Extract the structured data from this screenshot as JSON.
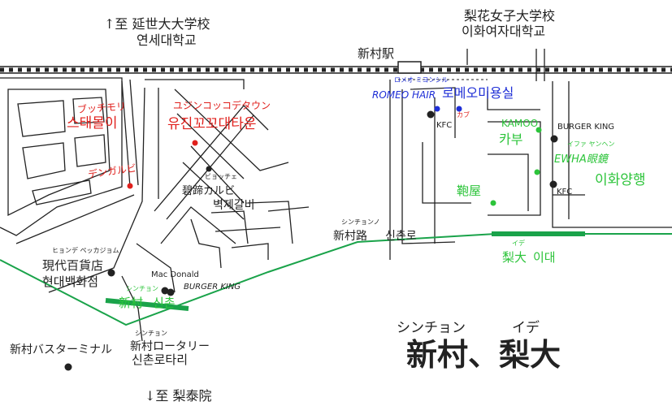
{
  "directions": {
    "yonsei_jp": "↑至 延世大大学校",
    "yonsei_kr": "연세대학교",
    "ewha_jp": "梨花女子大学校",
    "ewha_kr": "이화여자대학교",
    "ihwa_jp": "↓至 梨泰院"
  },
  "station": {
    "rail_label": "新村駅"
  },
  "places": {
    "stamoru_jp": "ブッチモリ",
    "stamoru_kr": "스태몰이",
    "yujin_jp": "ユジンコッコデタウン",
    "yujin_kr": "유진꼬꼬대타운",
    "dengaru_jp": "デンガルビ",
    "byeoje_ruby": "ビョッチェ",
    "byeoje_jp": "碧蹄カルビ",
    "byeoje_kr": "벽제갈비",
    "romeo_ruby": "ロメオ ミヨンシル",
    "romeo_en": "ROMEO HAIR",
    "romeo_kr": "로메오미용실",
    "kamoo_ruby": "カブ",
    "kamoo_en": "KAMOO",
    "kamoo_kr": "카부",
    "ewha_glasses_ruby": "イファ ヤンヘン",
    "ewha_glasses_en": "EWHA眼鏡",
    "ewha_glasses_kr": "이화양행",
    "kabang_jp": "鞄屋",
    "burgerking1": "BURGER KING",
    "burgerking2": "BURGER KING",
    "kfc1": "KFC",
    "kfc2": "KFC",
    "mcdonald": "Mac Donald",
    "hyundai_ruby": "ヒョンデ ペッカジョム",
    "hyundai_jp": "現代百貨店",
    "hyundai_kr": "현대백화점",
    "sinchon_station_ruby": "シンチョン",
    "sinchon_station_jp": "新村",
    "sinchon_station_kr": "신촌",
    "ewha_station_ruby": "イデ",
    "ewha_station_jp": "梨大",
    "ewha_station_kr": "이대",
    "sinchonro_ruby": "シンチョンノ",
    "sinchonro_jp": "新村路",
    "sinchonro_kr": "신촌로",
    "bus_terminal_jp": "新村バスターミナル",
    "rotary_ruby": "シンチョン",
    "rotary_jp": "新村ロータリー",
    "rotary_kr": "신촌로타리"
  },
  "title": {
    "ruby_left": "シンチョン",
    "ruby_right": "イデ",
    "main": "新村、梨大"
  },
  "colors": {
    "roads": "#222222",
    "subway": "#1aa34a",
    "red": "#e0201c",
    "blue": "#1f2fd6",
    "green": "#2cc43a"
  }
}
